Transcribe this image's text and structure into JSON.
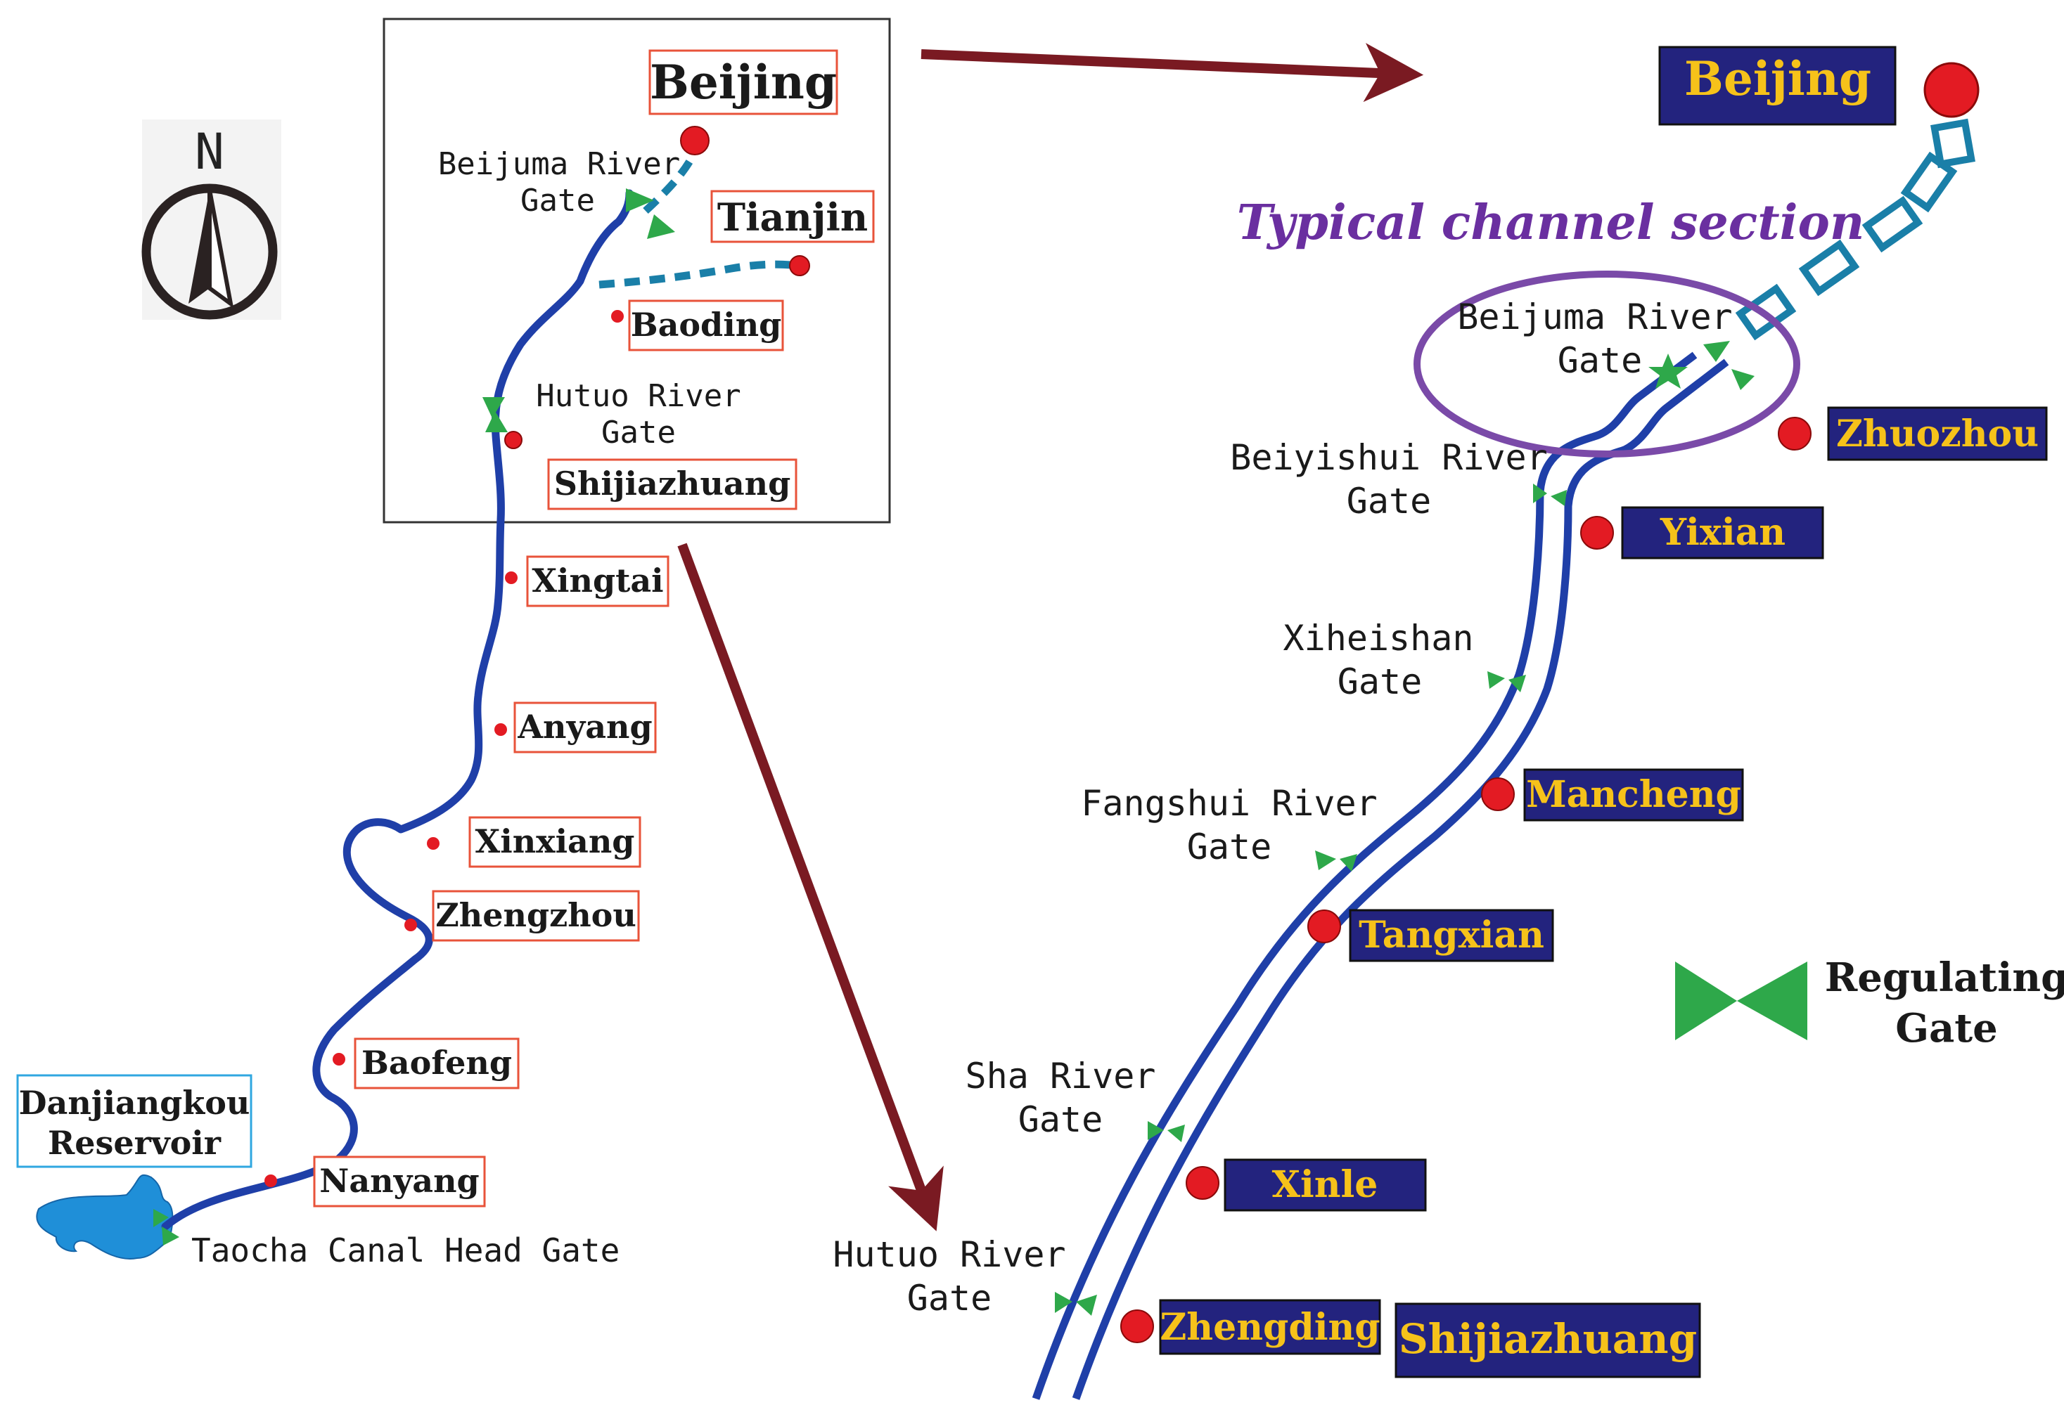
{
  "compass": {
    "label": "N"
  },
  "left_map": {
    "cities": [
      "Beijing",
      "Tianjin",
      "Baoding",
      "Shijiazhuang",
      "Xingtai",
      "Anyang",
      "Xinxiang",
      "Zhengzhou",
      "Baofeng",
      "Nanyang"
    ],
    "reservoir": "Danjiangkou Reservoir",
    "reservoir_lines": [
      "Danjiangkou",
      "Reservoir"
    ],
    "gates": {
      "beijuma": [
        "Beijuma River",
        "Gate"
      ],
      "hutuo": [
        "Hutuo River",
        "Gate"
      ],
      "taocha": "Taocha Canal Head Gate"
    }
  },
  "right_map": {
    "section_title": "Typical channel section",
    "cities": [
      "Beijing",
      "Zhuozhou",
      "Yixian",
      "Mancheng",
      "Tangxian",
      "Xinle",
      "Zhengding",
      "Shijiazhuang"
    ],
    "gates": {
      "beijuma": [
        "Beijuma River",
        "Gate"
      ],
      "beiyishui": [
        "Beiyishui River",
        "Gate"
      ],
      "xiheishan": [
        "Xiheishan",
        "Gate"
      ],
      "fangshui": [
        "Fangshui River",
        "Gate"
      ],
      "sha": [
        "Sha River",
        "Gate"
      ],
      "hutuo": [
        "Hutuo River",
        "Gate"
      ]
    }
  },
  "legend": {
    "label_lines": [
      "Regulating",
      "Gate"
    ]
  },
  "colors": {
    "canal": "#1f3fa8",
    "dashed_canal": "#1a7fa8",
    "city_dot": "#e31b23",
    "label_border_red": "#e8533a",
    "label_border_blue": "#2fa7e0",
    "navy_box": "#23237e",
    "yellow_text": "#f6c21a",
    "gate_green": "#2ea84a",
    "arrow": "#7a1a22",
    "ellipse": "#7a4aa8",
    "reservoir": "#1f8fd8"
  }
}
